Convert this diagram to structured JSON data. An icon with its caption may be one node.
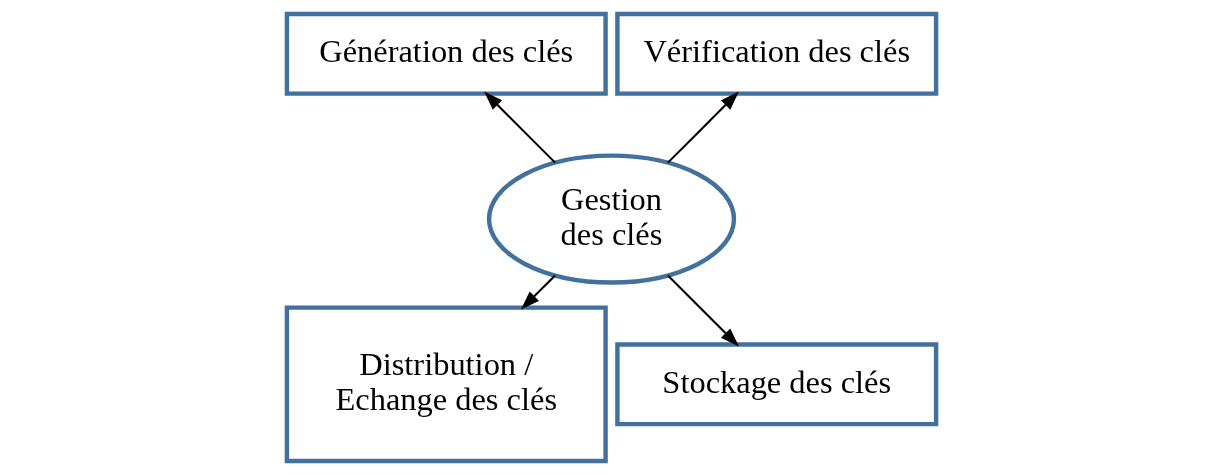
{
  "diagram": {
    "nodes": [
      {
        "text": [
          "Génération des clés"
        ]
      },
      {
        "text": [
          "Gestion des clés"
        ]
      },
      {
        "text": [
          "Vérification des clés"
        ]
      },
      {
        "text": [
          "Distribution / Echange des clés"
        ]
      },
      {
        "text": [
          "Stockage des clés"
        ]
      }
    ],
    "edges": [
      {
        "from": 1,
        "to": 0,
        "arrow": "to"
      },
      {
        "from": 1,
        "to": 2,
        "arrow": "to"
      },
      {
        "from": 1,
        "to": 4,
        "arrow": "to"
      },
      {
        "from": 1,
        "to": 3,
        "arrow": "to"
      }
    ]
  }
}
